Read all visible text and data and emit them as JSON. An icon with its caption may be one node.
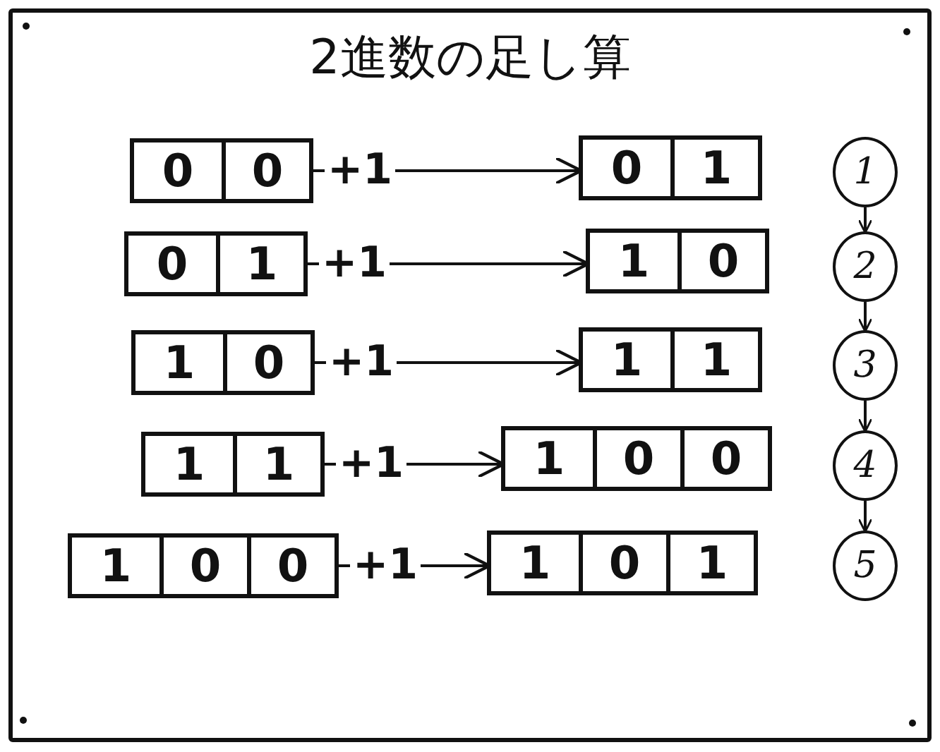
{
  "diagram": {
    "title": "2進数の足し算",
    "nodes": [
      {
        "text": [
          "0",
          "0"
        ]
      },
      {
        "text": [
          "0",
          "1"
        ]
      },
      {
        "text": [
          "0",
          "1"
        ]
      },
      {
        "text": [
          "1",
          "0"
        ]
      },
      {
        "text": [
          "1",
          "0"
        ]
      },
      {
        "text": [
          "1",
          "1"
        ]
      },
      {
        "text": [
          "1",
          "1"
        ]
      },
      {
        "text": [
          "1",
          "0",
          "0"
        ]
      },
      {
        "text": [
          "1",
          "0",
          "0"
        ]
      },
      {
        "text": [
          "1",
          "0",
          "1"
        ]
      },
      {
        "text": [
          "1"
        ]
      },
      {
        "text": [
          "2"
        ]
      },
      {
        "text": [
          "3"
        ]
      },
      {
        "text": [
          "4"
        ]
      },
      {
        "text": [
          "5"
        ]
      }
    ],
    "edges": [
      {
        "from": 0,
        "to": 1,
        "arrow": "to",
        "label": "+1"
      },
      {
        "from": 2,
        "to": 3,
        "arrow": "to",
        "label": "+1"
      },
      {
        "from": 4,
        "to": 5,
        "arrow": "to",
        "label": "+1"
      },
      {
        "from": 6,
        "to": 7,
        "arrow": "to",
        "label": "+1"
      },
      {
        "from": 8,
        "to": 9,
        "arrow": "to",
        "label": "+1"
      },
      {
        "from": 10,
        "to": 11,
        "arrow": "to"
      },
      {
        "from": 11,
        "to": 12,
        "arrow": "to"
      },
      {
        "from": 12,
        "to": 13,
        "arrow": "to"
      },
      {
        "from": 13,
        "to": 14,
        "arrow": "to"
      }
    ]
  }
}
